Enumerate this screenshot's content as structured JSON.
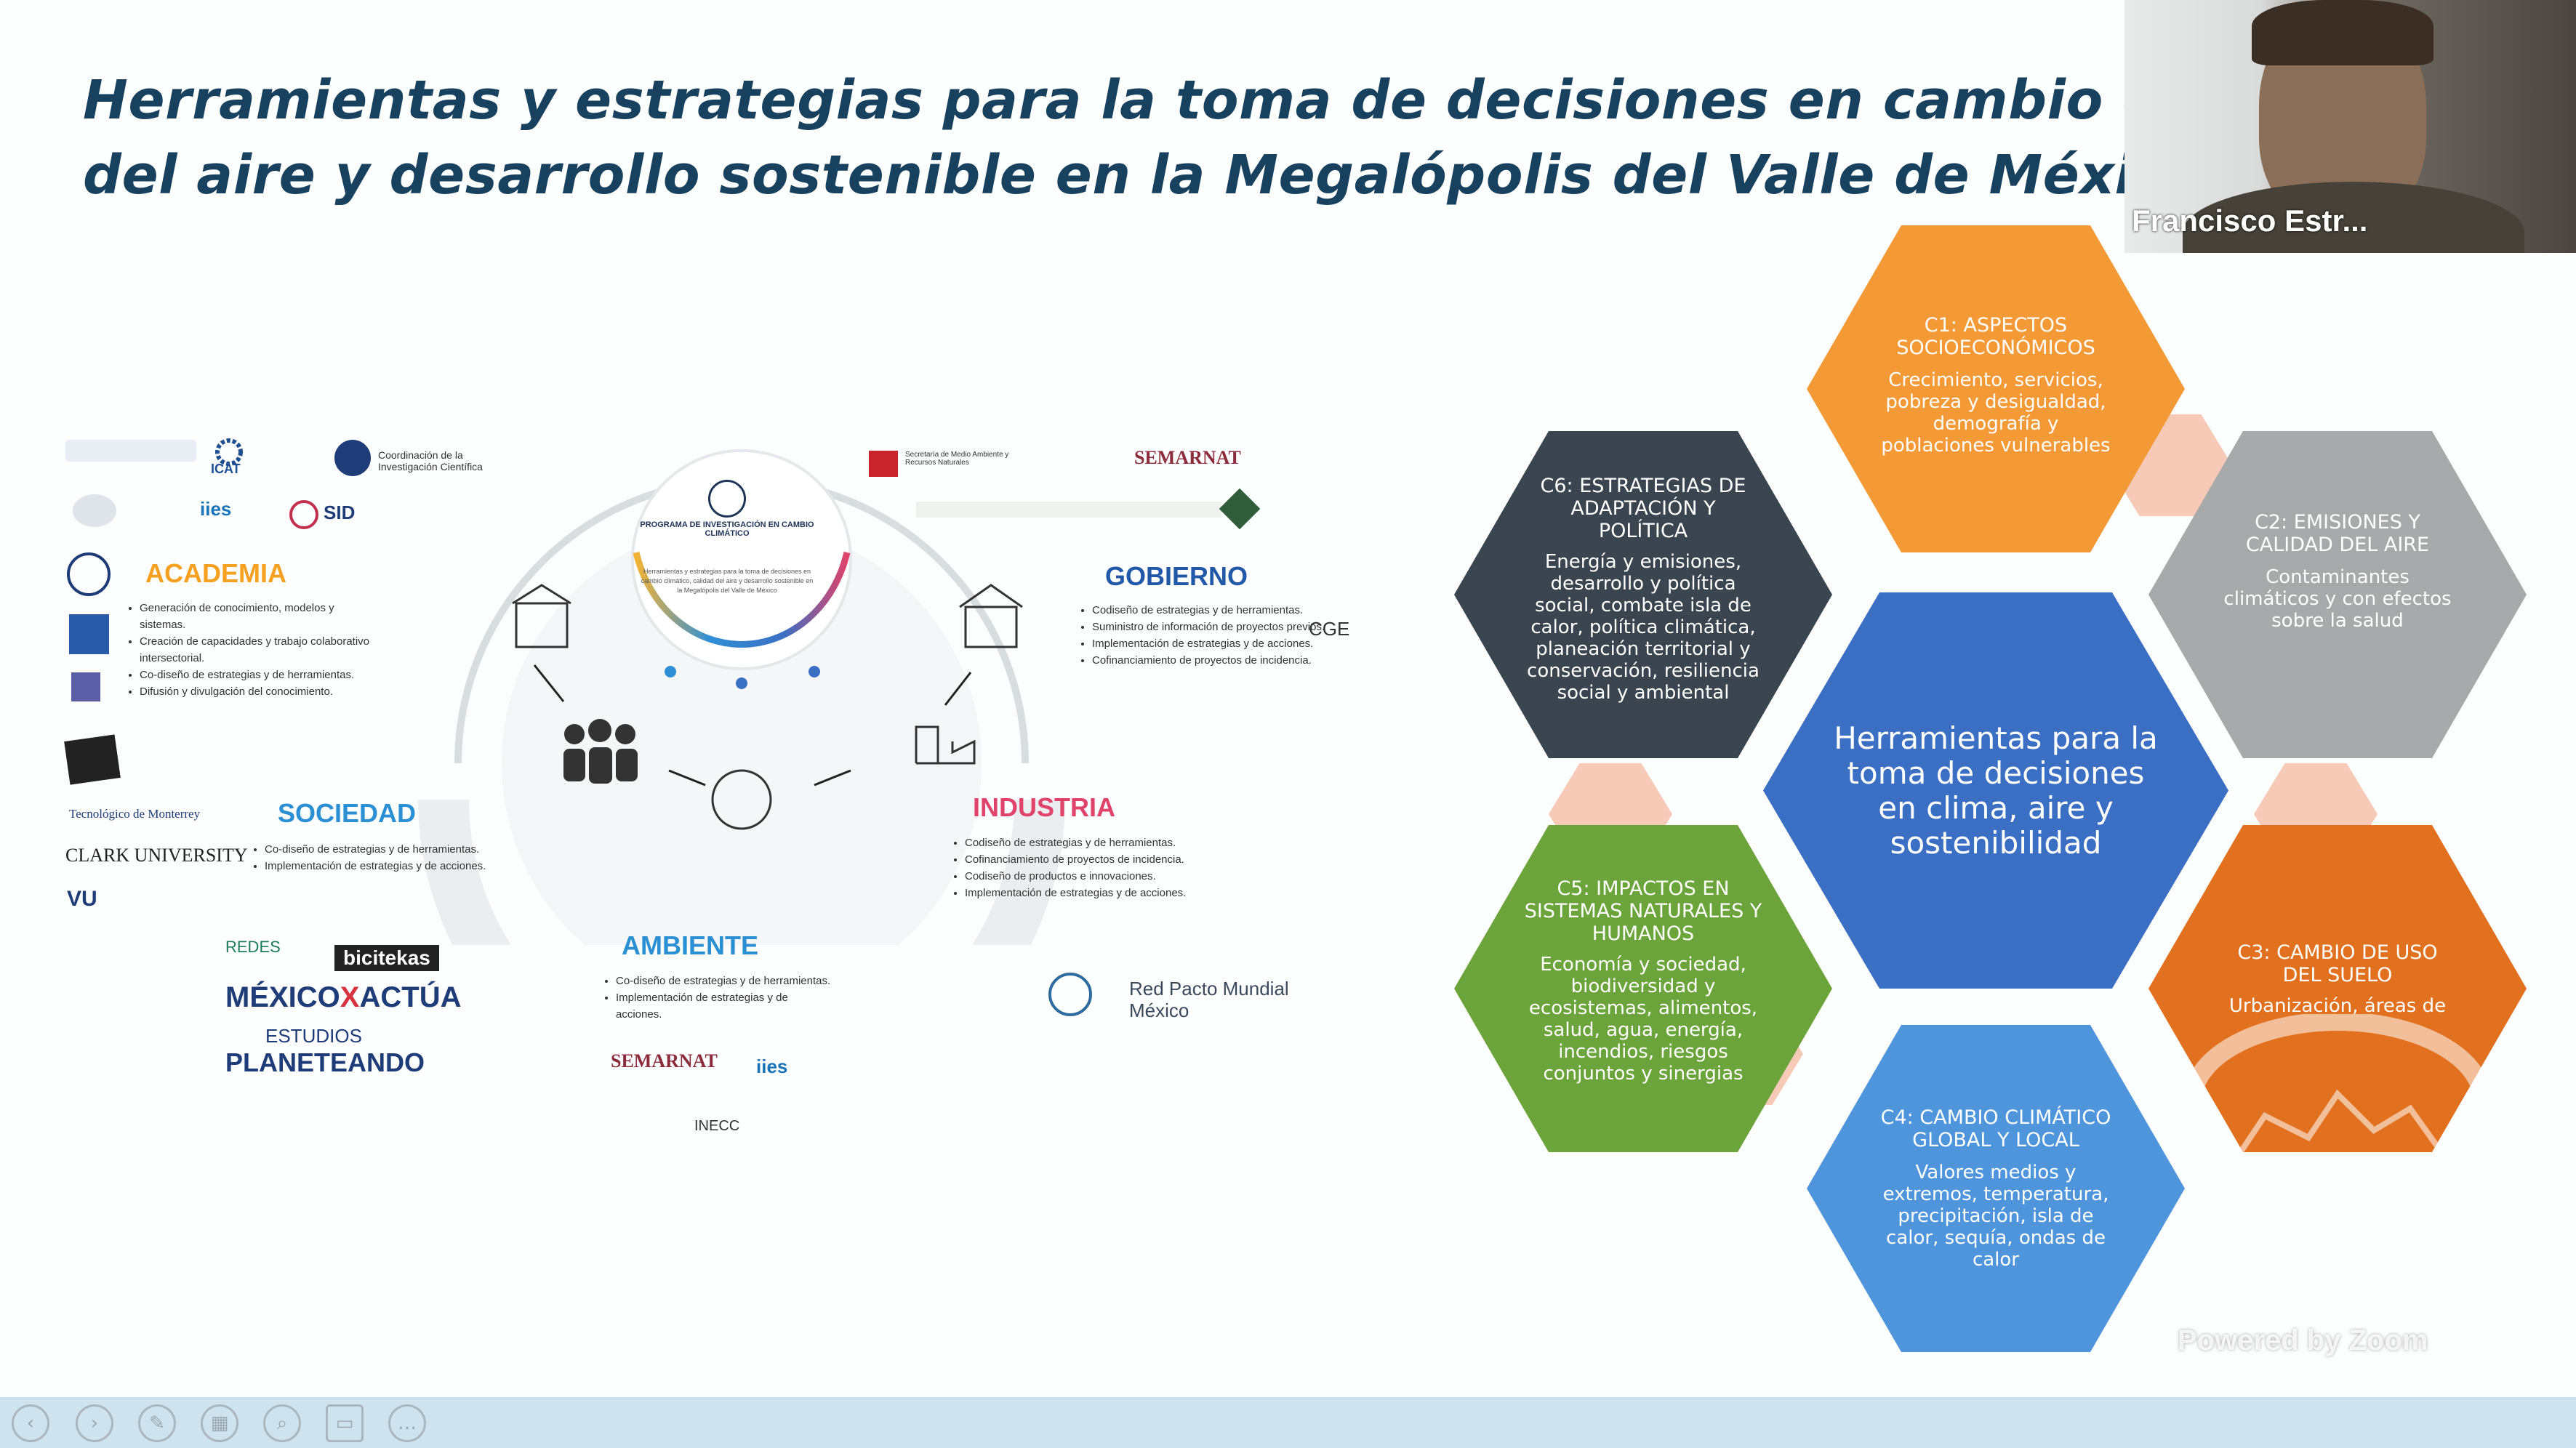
{
  "title": {
    "line1": "Herramientas y estrategias para la toma de decisiones en cambio climático, calidad",
    "line2": "del aire y desarrollo sostenible en la Megalópolis del Valle de México (CONACYT)"
  },
  "center_badge": {
    "name": "PROGRAMA DE INVESTIGACIÓN EN CAMBIO CLIMÁTICO",
    "desc": "Herramientas y estrategias para la toma de decisiones en cambio climático, calidad del aire y desarrollo sostenible en la Megalópolis del Valle de México"
  },
  "sectors": {
    "academia": {
      "label": "ACADEMIA",
      "items": [
        "Generación de conocimiento, modelos y sistemas.",
        "Creación de capacidades y trabajo colaborativo intersectorial.",
        "Co-diseño de estrategias y de herramientas.",
        "Difusión y divulgación del conocimiento."
      ]
    },
    "gobierno": {
      "label": "GOBIERNO",
      "items": [
        "Codiseño de estrategias y de herramientas.",
        "Suministro de información de proyectos previos.",
        "Implementación de estrategias y de acciones.",
        "Cofinanciamiento de proyectos de incidencia."
      ]
    },
    "sociedad": {
      "label": "SOCIEDAD",
      "items": [
        "Co-diseño de estrategias y de herramientas.",
        "Implementación de estrategias y de acciones."
      ]
    },
    "industria": {
      "label": "INDUSTRIA",
      "items": [
        "Codiseño de estrategias y de herramientas.",
        "Cofinanciamiento de proyectos de incidencia.",
        "Codiseño de productos e innovaciones.",
        "Implementación de estrategias y de acciones."
      ]
    },
    "ambiente": {
      "label": "AMBIENTE",
      "items": [
        "Co-diseño de estrategias y de herramientas.",
        "Implementación de estrategias y de acciones."
      ]
    }
  },
  "logos": {
    "coordinacion": "Coordinación de la Investigación Científica",
    "icat": "ICAT",
    "iies": "iies",
    "sid": "SID",
    "sedema": "Secretaría de Medio Ambiente y Recursos Naturales",
    "semarnat": "SEMARNAT",
    "cge": "CGE",
    "tec": "Tecnológico de Monterrey",
    "clark": "CLARK UNIVERSITY",
    "vu": "VU",
    "redes": "REDES",
    "bicitekas": "bicitekas",
    "mexico_actua_1": "MÉXICO",
    "mexico_actua_2": "X",
    "mexico_actua_3": "ACTÚA",
    "estudios": "ESTUDIOS",
    "planeteando": "PLANETEANDO",
    "pacto": "Red Pacto Mundial México",
    "inecc": "INECC",
    "semarnat2": "SEMARNAT",
    "iies2": "iies"
  },
  "hexagons": {
    "center": {
      "title": "Herramientas para la toma de decisiones en clima, aire y sostenibilidad",
      "color": "#3a6fc4"
    },
    "c1": {
      "title": "C1: ASPECTOS SOCIOECONÓMICOS",
      "body": "Crecimiento, servicios, pobreza y desigualdad, demografía y poblaciones vulnerables",
      "color": "#f39a37"
    },
    "c2": {
      "title": "C2: EMISIONES Y CALIDAD DEL AIRE",
      "body": "Contaminantes climáticos y con efectos sobre la salud",
      "color": "#a7a9aa"
    },
    "c3": {
      "title": "C3: CAMBIO DE USO DEL SUELO",
      "body": "Urbanización, áreas de",
      "color": "#e2711f"
    },
    "c4": {
      "title": "C4: CAMBIO CLIMÁTICO GLOBAL Y LOCAL",
      "body": "Valores medios y extremos, temperatura, precipitación, isla de calor, sequía, ondas de calor",
      "color": "#4f95db"
    },
    "c5": {
      "title": "C5: IMPACTOS EN SISTEMAS NATURALES Y HUMANOS",
      "body": "Economía y sociedad, biodiversidad y ecosistemas, alimentos, salud, agua, energía, incendios, riesgos conjuntos y sinergias",
      "color": "#6aa43a"
    },
    "c6": {
      "title": "C6: ESTRATEGIAS DE ADAPTACIÓN Y POLÍTICA",
      "body": "Energía y emisiones, desarrollo y política social, combate isla de calor, política climática, planeación territorial y conservación, resiliencia social y ambiental",
      "color": "#3b4550"
    }
  },
  "webcam": {
    "name": "Francisco Estr..."
  },
  "watermark": "Powered by Zoom",
  "controls": [
    "prev-icon",
    "next-icon",
    "pen-icon",
    "grid-icon",
    "zoom-icon",
    "slides-icon",
    "more-icon"
  ]
}
